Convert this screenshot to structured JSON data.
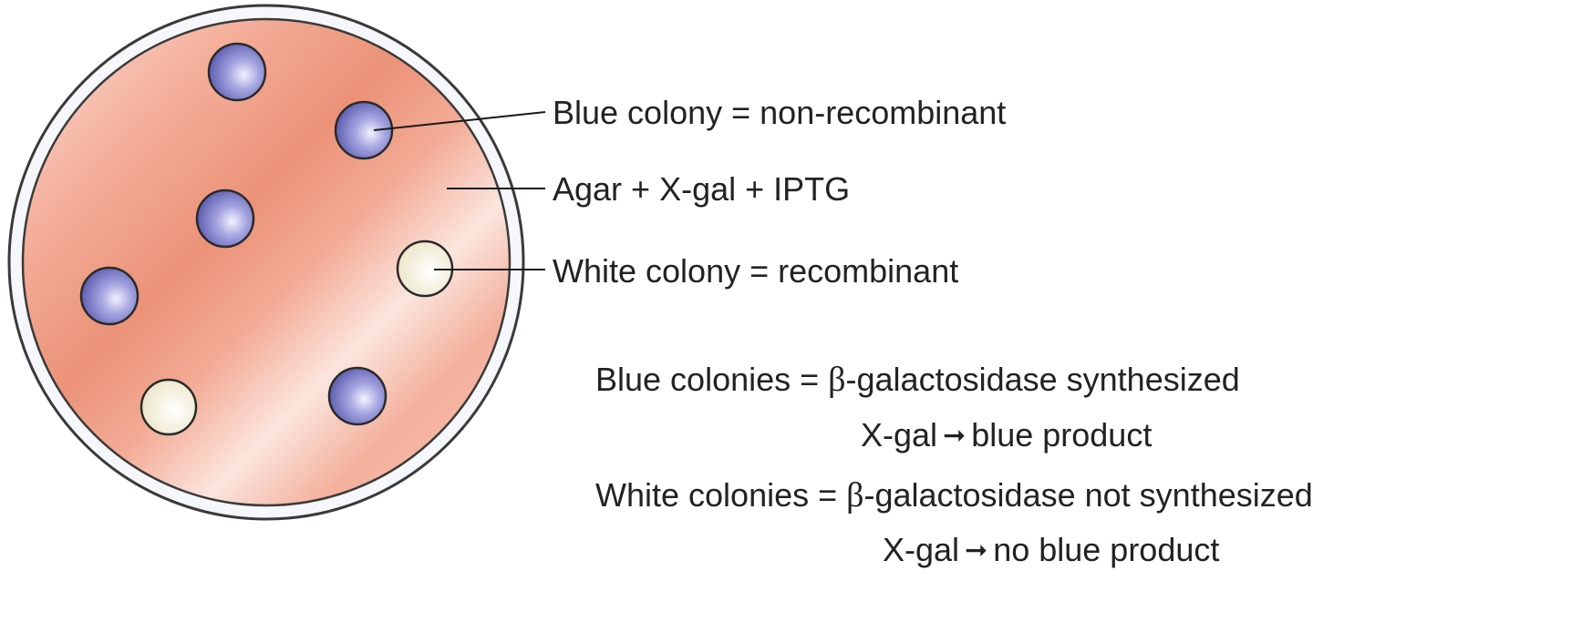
{
  "labels": {
    "blue_colony": "Blue colony = non-recombinant",
    "agar": "Agar + X-gal + IPTG",
    "white_colony": "White colony = recombinant"
  },
  "explanation": {
    "blue_colonies_prefix": "Blue colonies = ",
    "beta": "β",
    "blue_colonies_rest": "-galactosidase synthesized",
    "blue_reaction_left": "X-gal",
    "arrow": "➞",
    "blue_reaction_right": "blue product",
    "white_colonies_prefix": "White colonies = ",
    "white_colonies_rest": "-galactosidase not synthesized",
    "white_reaction_left": "X-gal",
    "white_reaction_right": "no blue product"
  },
  "colors": {
    "agar": "#f2a48c",
    "blue_colony": "#7c7cc8",
    "white_colony": "#f4f0dc",
    "plate_rim": "#3a3a3a"
  }
}
